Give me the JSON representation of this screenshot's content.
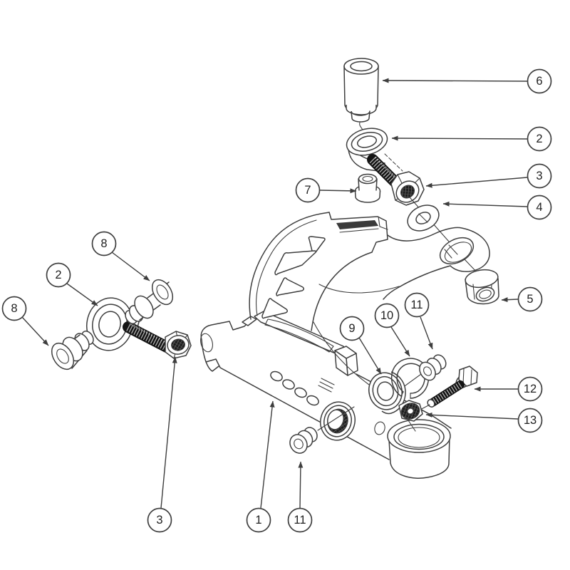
{
  "figure": {
    "type": "exploded-view-technical-drawing"
  },
  "colors": {
    "line": "#3e3e3e",
    "text": "#222222",
    "thread": "#141414",
    "background": "#ffffff"
  },
  "callouts": [
    {
      "label": "6"
    },
    {
      "label": "2"
    },
    {
      "label": "3"
    },
    {
      "label": "4"
    },
    {
      "label": "7"
    },
    {
      "label": "5"
    },
    {
      "label": "8"
    },
    {
      "label": "2"
    },
    {
      "label": "8"
    },
    {
      "label": "3"
    },
    {
      "label": "9"
    },
    {
      "label": "10"
    },
    {
      "label": "11"
    },
    {
      "label": "12"
    },
    {
      "label": "13"
    },
    {
      "label": "1"
    },
    {
      "label": "11"
    }
  ]
}
